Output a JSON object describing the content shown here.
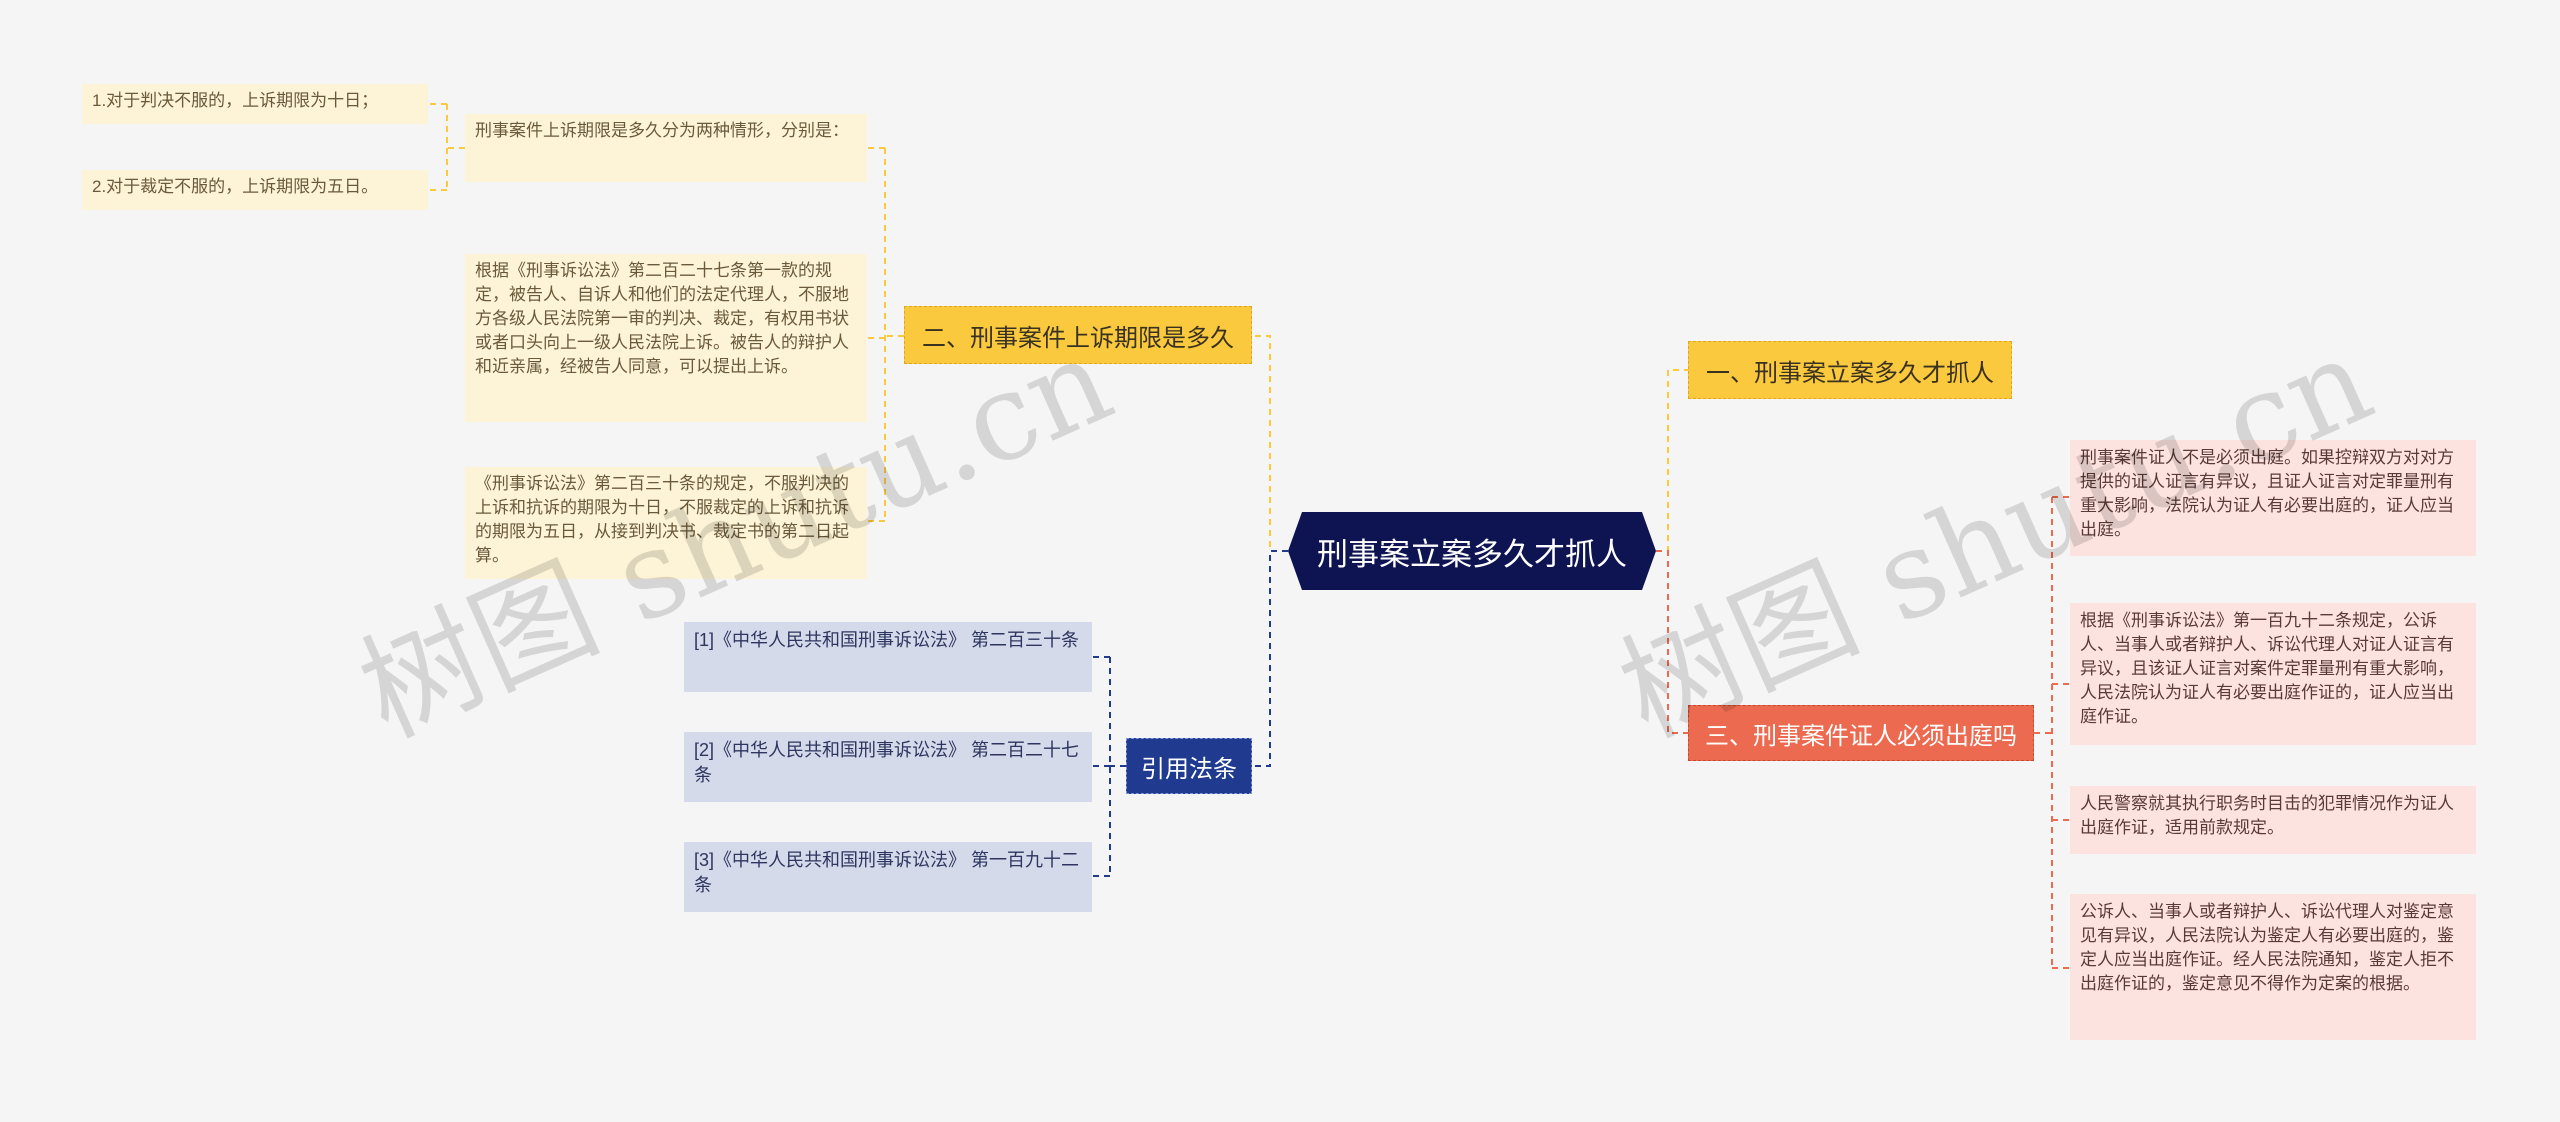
{
  "center": {
    "label": "刑事案立案多久才抓人"
  },
  "branch_right_1": {
    "label": "一、刑事案立案多久才抓人"
  },
  "branch_right_3": {
    "label": "三、刑事案件证人必须出庭吗",
    "items": [
      "刑事案件证人不是必须出庭。如果控辩双方对对方提供的证人证言有异议，且证人证言对定罪量刑有重大影响，法院认为证人有必要出庭的，证人应当出庭。",
      "根据《刑事诉讼法》第一百九十二条规定，公诉人、当事人或者辩护人、诉讼代理人对证人证言有异议，且该证人证言对案件定罪量刑有重大影响，人民法院认为证人有必要出庭作证的，证人应当出庭作证。",
      "人民警察就其执行职务时目击的犯罪情况作为证人出庭作证，适用前款规定。",
      "公诉人、当事人或者辩护人、诉讼代理人对鉴定意见有异议，人民法院认为鉴定人有必要出庭的，鉴定人应当出庭作证。经人民法院通知，鉴定人拒不出庭作证的，鉴定意见不得作为定案的根据。"
    ]
  },
  "branch_left_2": {
    "label": "二、刑事案件上诉期限是多久",
    "intro": "刑事案件上诉期限是多久分为两种情形，分别是：",
    "sub_items": [
      "1.对于判决不服的，上诉期限为十日；",
      "2.对于裁定不服的，上诉期限为五日。"
    ],
    "law_1": "根据《刑事诉讼法》第二百二十七条第一款的规定，被告人、自诉人和他们的法定代理人，不服地方各级人民法院第一审的判决、裁定，有权用书状或者口头向上一级人民法院上诉。被告人的辩护人和近亲属，经被告人同意，可以提出上诉。",
    "law_2": "《刑事诉讼法》第二百三十条的规定，不服判决的上诉和抗诉的期限为十日，不服裁定的上诉和抗诉的期限为五日，从接到判决书、裁定书的第二日起算。"
  },
  "branch_left_refs": {
    "label": "引用法条",
    "items": [
      "[1]《中华人民共和国刑事诉讼法》 第二百三十条",
      "[2]《中华人民共和国刑事诉讼法》 第二百二十七条",
      "[3]《中华人民共和国刑事诉讼法》 第一百九十二条"
    ]
  },
  "watermark": {
    "left": "树图 shutu.cn",
    "right": "树图 shutu.cn"
  },
  "colors": {
    "center": "#0e1452",
    "yellow": "#fbc93e",
    "red": "#ec6a50",
    "blue": "#1f3a8f"
  }
}
